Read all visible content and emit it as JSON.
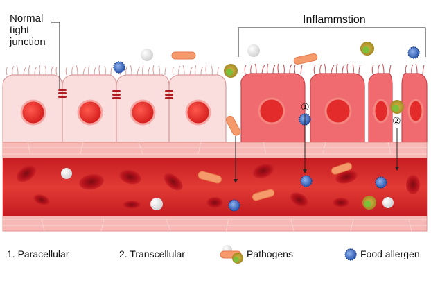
{
  "labels": {
    "normal_line1": "Normal",
    "normal_line2": "tight",
    "normal_line3": "junction",
    "inflammation": "Inflammstion"
  },
  "markers": {
    "one": "①",
    "two": "②"
  },
  "legend": {
    "paracellular": "1. Paracellular",
    "transcellular": "2. Transcellular",
    "pathogens": "Pathogens",
    "food_allergen": "Food allergen"
  },
  "colors": {
    "normal_cell": "#f9dedd",
    "normal_cell_border": "#d99b9b",
    "inflamed_cell": "#ef6b6f",
    "inflamed_cell_border": "#c9454c",
    "nucleus": "#e32b2b",
    "vessel_wall": "#f6b9b6",
    "vessel_lumen": "#d8262a",
    "rbc": "#b5121c",
    "allergen": "#3f6fc4",
    "pathogen_orange": "#f49a6b",
    "pathogen_olive": "#b99d2f",
    "pathogen_green": "#7cbf3b"
  }
}
